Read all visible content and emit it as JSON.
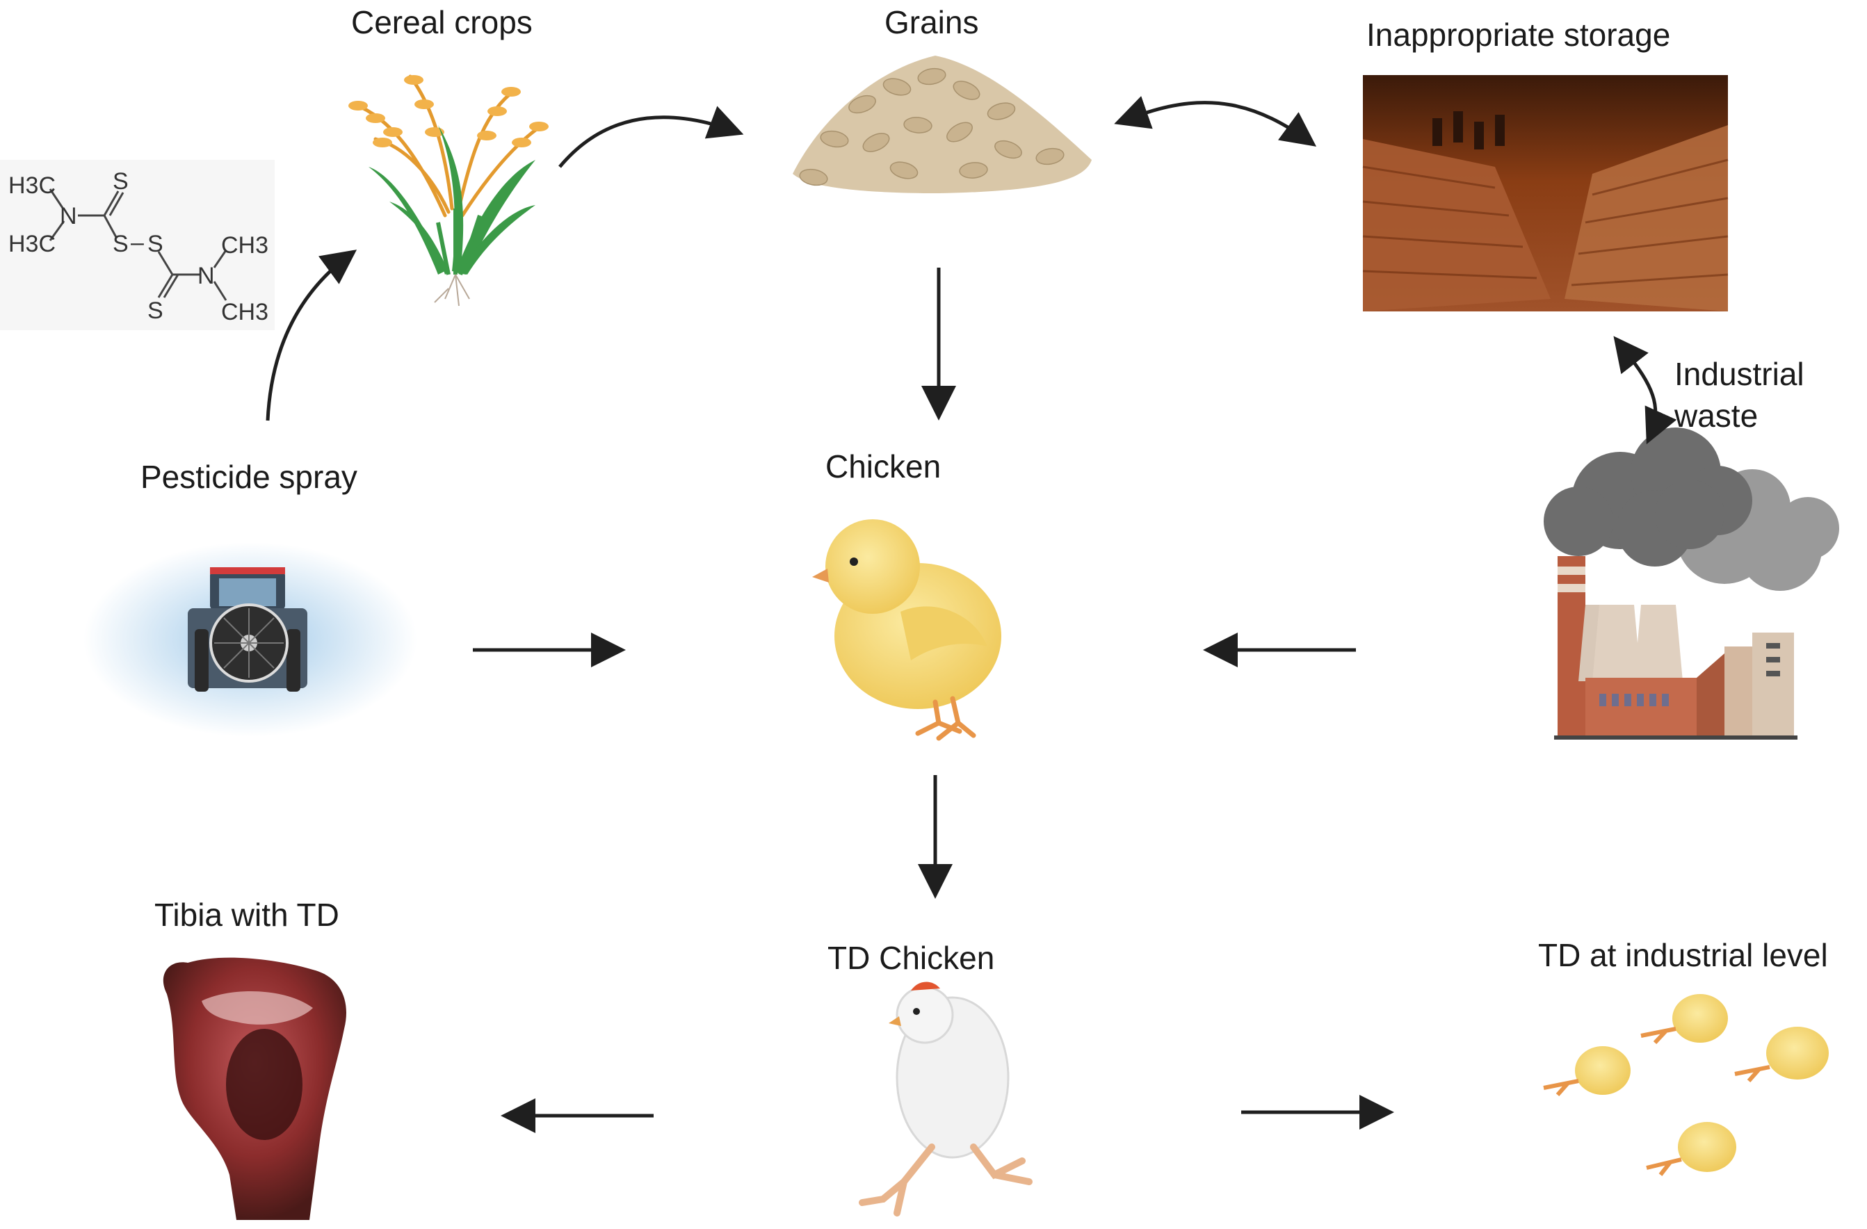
{
  "labels": {
    "cereal_crops": "Cereal crops",
    "grains": "Grains",
    "storage": "Inappropriate storage",
    "waste_line1": "Industrial",
    "waste_line2": "waste",
    "pesticide": "Pesticide spray",
    "chicken": "Chicken",
    "tibia": "Tibia with TD",
    "td_chicken": "TD Chicken",
    "td_industrial": "TD at industrial level"
  },
  "chemical": {
    "atoms": {
      "h3c_top": "H3C",
      "h3c_bottom": "H3C",
      "n_left": "N",
      "s_top": "S",
      "s_left": "S",
      "s_dash": "–",
      "s_right": "S",
      "s_bottom": "S",
      "ch3_top": "CH3",
      "n_right": "N",
      "ch3_bottom": "CH3"
    }
  },
  "colors": {
    "text": "#1a1a1a",
    "arrow": "#1f1f1f",
    "grain": "#d9c7a8",
    "chick": "#f6dc7a",
    "tibia": "#8b2c2c",
    "storage_bg": "#7a3512",
    "smoke": "#6d6d6d",
    "factory_brick": "#b85c3f",
    "spray": "#9cc7e8"
  },
  "icons": [
    "tree-icon"
  ]
}
